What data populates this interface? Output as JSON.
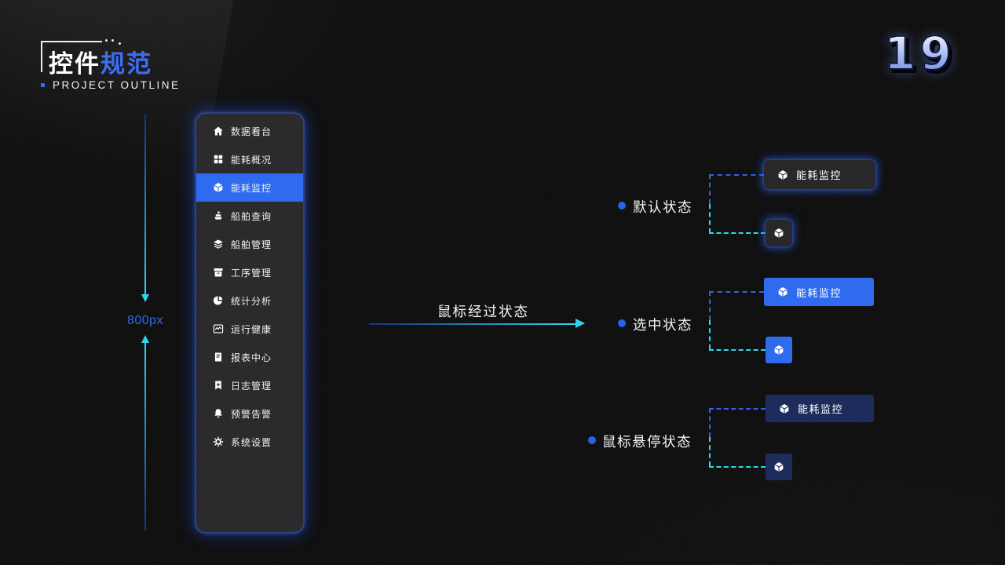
{
  "page": {
    "title_zh_white": "控件",
    "title_zh_blue": "规范",
    "subtitle": "PROJECT OUTLINE",
    "page_number": "19"
  },
  "colors": {
    "accent_blue": "#2e6bee",
    "cyan": "#2bd9ec",
    "label_blue": "#2b6cf0",
    "sidebar_bg": "#2b2b2d",
    "hover_navy": "#1e2c5c",
    "default_dark": "#28282b"
  },
  "measurement": {
    "label": "800px"
  },
  "hover_arrow": {
    "label": "鼠标经过状态"
  },
  "sidebar": {
    "items": [
      {
        "icon": "home-icon",
        "label": "数据看台",
        "state": "default"
      },
      {
        "icon": "grid-icon",
        "label": "能耗概况",
        "state": "default"
      },
      {
        "icon": "cube-icon",
        "label": "能耗监控",
        "state": "selected"
      },
      {
        "icon": "ship-icon",
        "label": "船舶查询",
        "state": "default"
      },
      {
        "icon": "layers-icon",
        "label": "船舶管理",
        "state": "default"
      },
      {
        "icon": "archive-icon",
        "label": "工序管理",
        "state": "default"
      },
      {
        "icon": "pie-icon",
        "label": "统计分析",
        "state": "default"
      },
      {
        "icon": "activity-icon",
        "label": "运行健康",
        "state": "default"
      },
      {
        "icon": "report-icon",
        "label": "报表中心",
        "state": "default"
      },
      {
        "icon": "bookmark-icon",
        "label": "日志管理",
        "state": "default"
      },
      {
        "icon": "bell-icon",
        "label": "预警告警",
        "state": "default"
      },
      {
        "icon": "gear-icon",
        "label": "系统设置",
        "state": "default"
      }
    ]
  },
  "states": [
    {
      "name": "default",
      "label": "默认状态",
      "button_label": "能耗监控",
      "icon": "cube-icon"
    },
    {
      "name": "selected",
      "label": "选中状态",
      "button_label": "能耗监控",
      "icon": "cube-icon"
    },
    {
      "name": "hover",
      "label": "鼠标悬停状态",
      "button_label": "能耗监控",
      "icon": "cube-icon"
    }
  ]
}
